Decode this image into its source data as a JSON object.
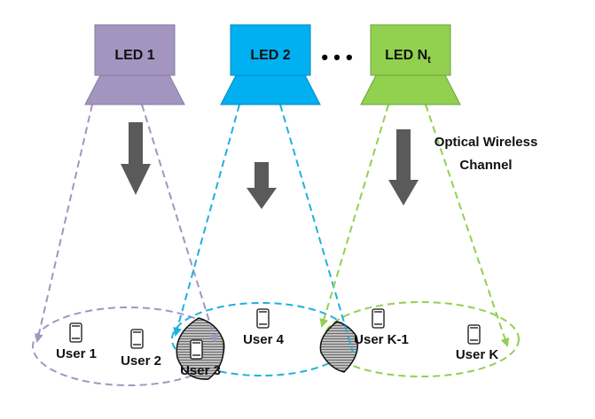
{
  "leds": [
    {
      "id": "led1",
      "label": "LED 1",
      "sub": "",
      "color": "#a395bf"
    },
    {
      "id": "led2",
      "label": "LED 2",
      "sub": "",
      "color": "#00b0f0"
    },
    {
      "id": "ledN",
      "label": "LED N",
      "sub": "t",
      "color": "#92d050"
    }
  ],
  "ellipsis": "• • •",
  "channel": {
    "line1": "Optical Wireless",
    "line2": "Channel"
  },
  "users": [
    {
      "id": "user1",
      "label": "User 1"
    },
    {
      "id": "user2",
      "label": "User 2"
    },
    {
      "id": "user3",
      "label": "User 3"
    },
    {
      "id": "user4",
      "label": "User 4"
    },
    {
      "id": "userk1",
      "label": "User K-1"
    },
    {
      "id": "userk",
      "label": "User K"
    }
  ],
  "colors": {
    "arrow_fill": "#5a5a5a",
    "beam_led1": "#a395bf",
    "beam_led2": "#1fb0de",
    "beam_ledN": "#92d050",
    "overlap": "#888888"
  }
}
